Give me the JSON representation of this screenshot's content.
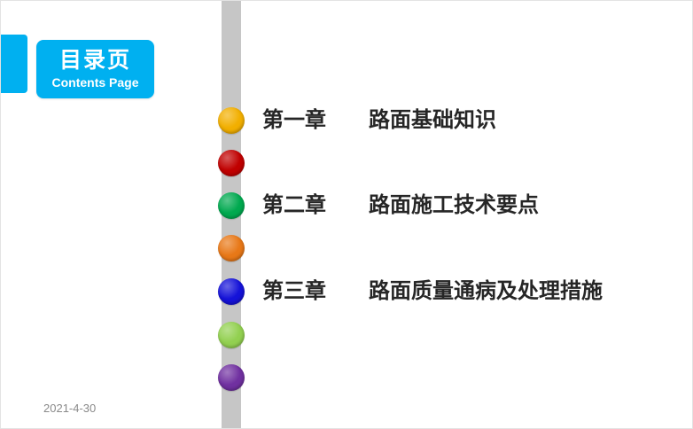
{
  "slide": {
    "date": "2021-4-30",
    "accent_color": "#00B0F0",
    "bar_color": "#C6C6C6"
  },
  "badge": {
    "title": "目录页",
    "subtitle": "Contents Page"
  },
  "timeline": {
    "dots": [
      {
        "name": "dot-yellow",
        "color": "#F2AF00"
      },
      {
        "name": "dot-dark-red",
        "color": "#C00000"
      },
      {
        "name": "dot-green",
        "color": "#00A94F"
      },
      {
        "name": "dot-orange",
        "color": "#E87817"
      },
      {
        "name": "dot-blue",
        "color": "#1512D8"
      },
      {
        "name": "dot-light-green",
        "color": "#92D050"
      },
      {
        "name": "dot-purple",
        "color": "#7030A0"
      }
    ]
  },
  "chapters": [
    {
      "label": "第一章　　路面基础知识"
    },
    {
      "label": "第二章　　路面施工技术要点"
    },
    {
      "label": "第三章　　路面质量通病及处理措施"
    }
  ]
}
